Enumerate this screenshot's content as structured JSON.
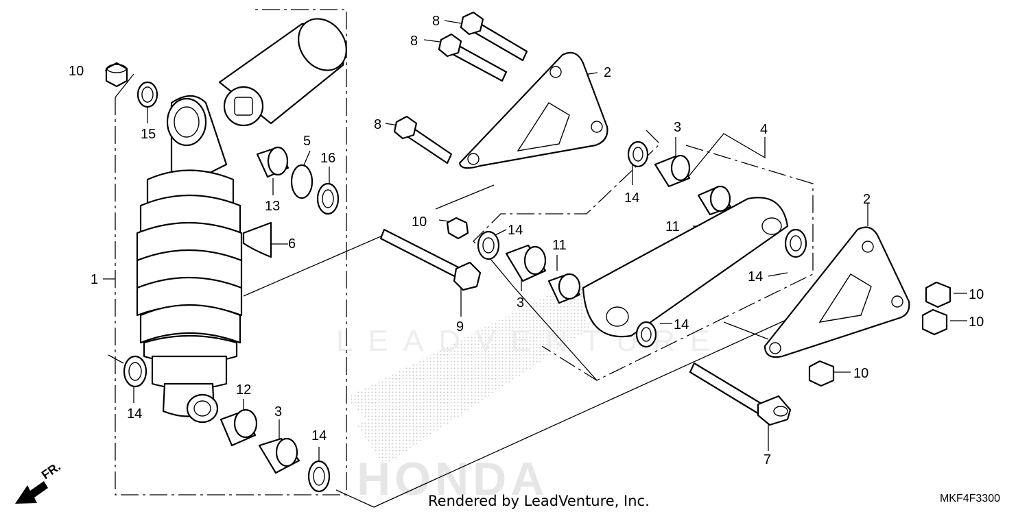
{
  "callouts": {
    "c1": "1",
    "c2a": "2",
    "c2b": "2",
    "c3a": "3",
    "c3b": "3",
    "c3c": "3",
    "c4": "4",
    "c5": "5",
    "c6": "6",
    "c7": "7",
    "c8a": "8",
    "c8b": "8",
    "c8c": "8",
    "c9": "9",
    "c10a": "10",
    "c10b": "10",
    "c10c": "10",
    "c10d": "10",
    "c10e": "10",
    "c11a": "11",
    "c11b": "11",
    "c12": "12",
    "c13": "13",
    "c14a": "14",
    "c14b": "14",
    "c14c": "14",
    "c14d": "14",
    "c14e": "14",
    "c14f": "14",
    "c15": "15",
    "c16": "16"
  },
  "front_indicator": "FR.",
  "footer": {
    "credit": "Rendered by LeadVenture, Inc.",
    "diagram_code": "MKF4F3300"
  },
  "watermark": {
    "brand": "LEADVENTURE",
    "logo": "HONDA"
  }
}
